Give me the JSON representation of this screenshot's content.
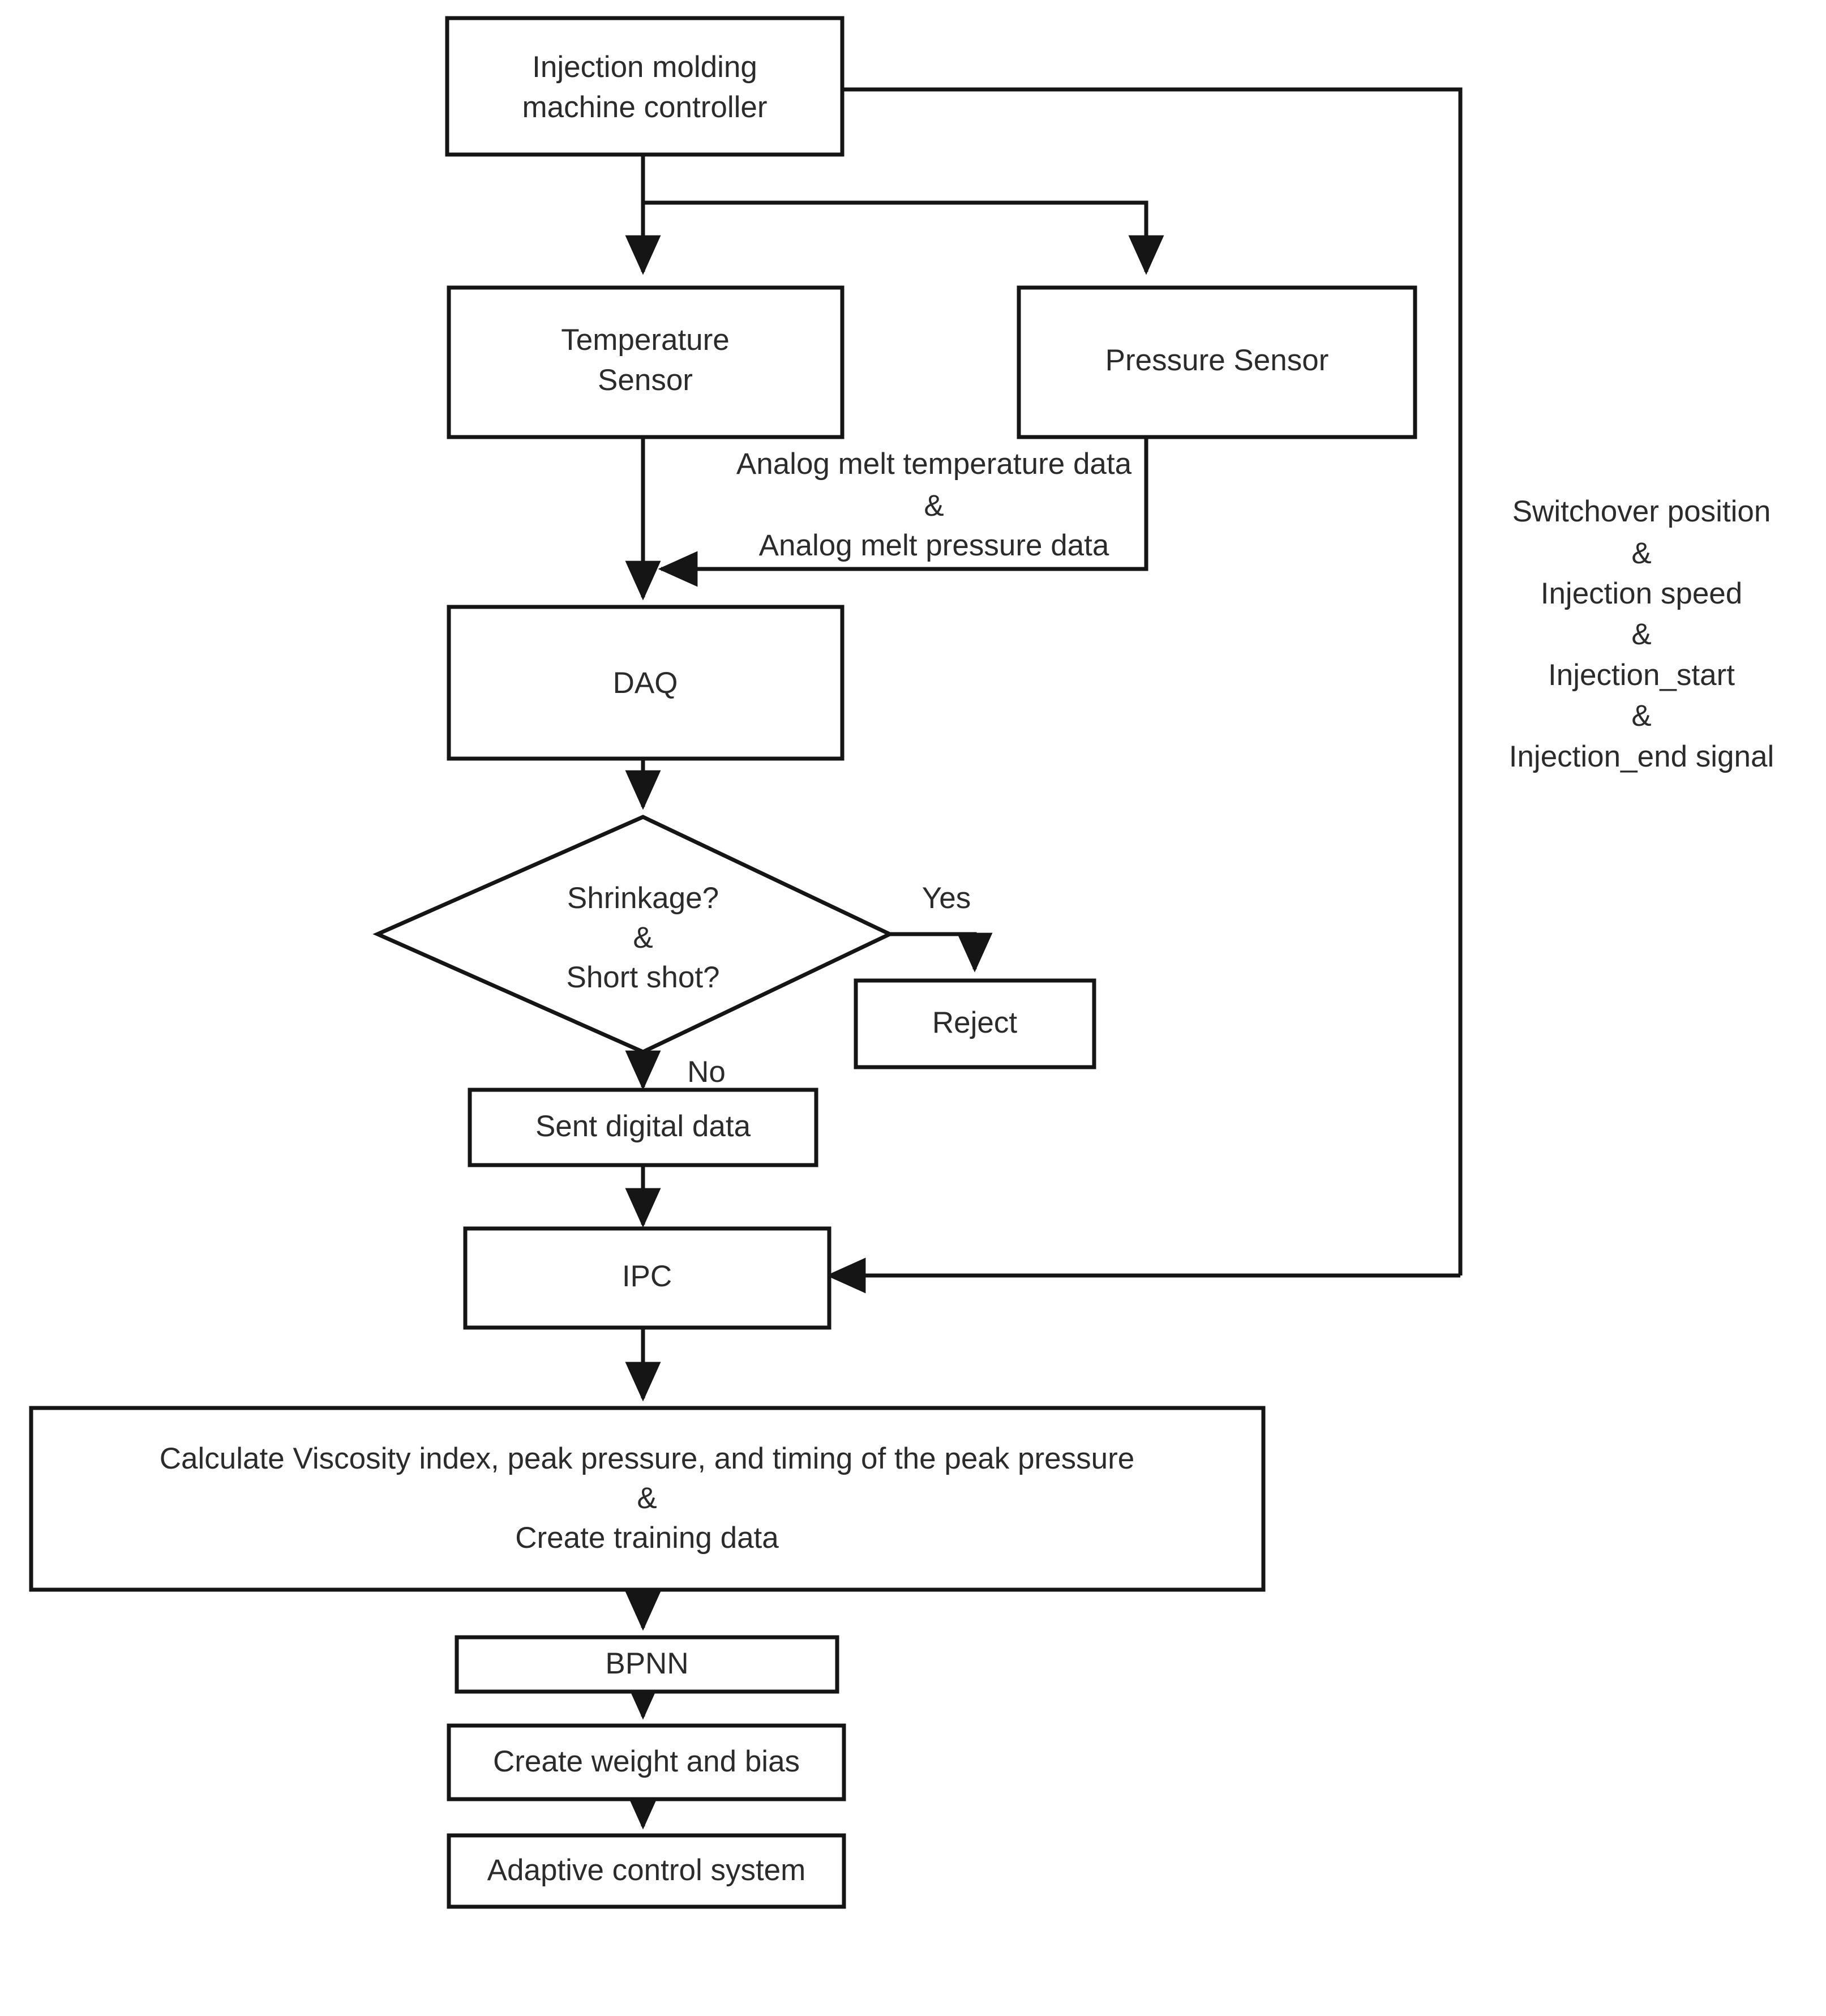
{
  "diagram": {
    "title": "Injection molding adaptive control flowchart",
    "colors": {
      "stroke": "#151515",
      "text": "#2b2b2b",
      "background": "#ffffff"
    },
    "nodes": {
      "controller": {
        "line1": "Injection molding",
        "line2": "machine controller"
      },
      "temperature_sensor": {
        "line1": "Temperature",
        "line2": "Sensor"
      },
      "pressure_sensor": {
        "line1": "Pressure Sensor"
      },
      "daq": {
        "line1": "DAQ"
      },
      "decision": {
        "line1": "Shrinkage?",
        "line2": "&",
        "line3": "Short shot?"
      },
      "reject": {
        "line1": "Reject"
      },
      "sent_digital_data": {
        "line1": "Sent digital data"
      },
      "ipc": {
        "line1": "IPC"
      },
      "calculate": {
        "line1": "Calculate Viscosity index, peak pressure, and timing of the peak pressure",
        "line2": "&",
        "line3": "Create training data"
      },
      "bpnn": {
        "line1": "BPNN"
      },
      "weight_bias": {
        "line1": "Create weight and bias"
      },
      "adaptive_control": {
        "line1": "Adaptive control system"
      }
    },
    "edge_labels": {
      "analog_line1": "Analog melt temperature data",
      "analog_line2": "&",
      "analog_line3": "Analog melt pressure data",
      "yes": "Yes",
      "no": "No"
    },
    "side_annotation": {
      "line1": "Switchover position",
      "line2": "&",
      "line3": "Injection speed",
      "line4": "&",
      "line5": "Injection_start",
      "line6": "&",
      "line7": "Injection_end signal"
    }
  }
}
